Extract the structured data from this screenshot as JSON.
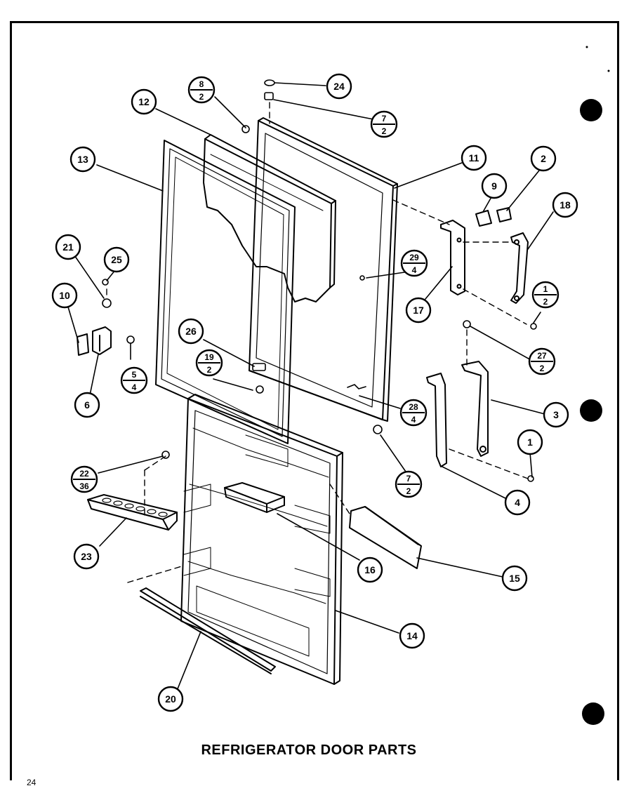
{
  "title": "REFRIGERATOR DOOR PARTS",
  "corner_mark": "24",
  "callouts": [
    {
      "id": "c1",
      "label": "1"
    },
    {
      "id": "c2",
      "label": "2"
    },
    {
      "id": "c3",
      "label": "3"
    },
    {
      "id": "c4",
      "label": "4"
    },
    {
      "id": "c6",
      "label": "6"
    },
    {
      "id": "c9",
      "label": "9"
    },
    {
      "id": "c10",
      "label": "10"
    },
    {
      "id": "c11",
      "label": "11"
    },
    {
      "id": "c12",
      "label": "12"
    },
    {
      "id": "c13",
      "label": "13"
    },
    {
      "id": "c14",
      "label": "14"
    },
    {
      "id": "c15",
      "label": "15"
    },
    {
      "id": "c16",
      "label": "16"
    },
    {
      "id": "c17",
      "label": "17"
    },
    {
      "id": "c18",
      "label": "18"
    },
    {
      "id": "c20",
      "label": "20"
    },
    {
      "id": "c21",
      "label": "21"
    },
    {
      "id": "c23",
      "label": "23"
    },
    {
      "id": "c24",
      "label": "24"
    },
    {
      "id": "c25",
      "label": "25"
    },
    {
      "id": "c26",
      "label": "26"
    }
  ],
  "fraction_callouts": [
    {
      "id": "f8_2",
      "top": "8",
      "bottom": "2"
    },
    {
      "id": "f7_2a",
      "top": "7",
      "bottom": "2"
    },
    {
      "id": "f29_4",
      "top": "29",
      "bottom": "4"
    },
    {
      "id": "f1_2",
      "top": "1",
      "bottom": "2"
    },
    {
      "id": "f27_2",
      "top": "27",
      "bottom": "2"
    },
    {
      "id": "f5_4",
      "top": "5",
      "bottom": "4"
    },
    {
      "id": "f19_2",
      "top": "19",
      "bottom": "2"
    },
    {
      "id": "f28_4",
      "top": "28",
      "bottom": "4"
    },
    {
      "id": "f7_2b",
      "top": "7",
      "bottom": "2"
    },
    {
      "id": "f22_36",
      "top": "22",
      "bottom": "36"
    }
  ]
}
